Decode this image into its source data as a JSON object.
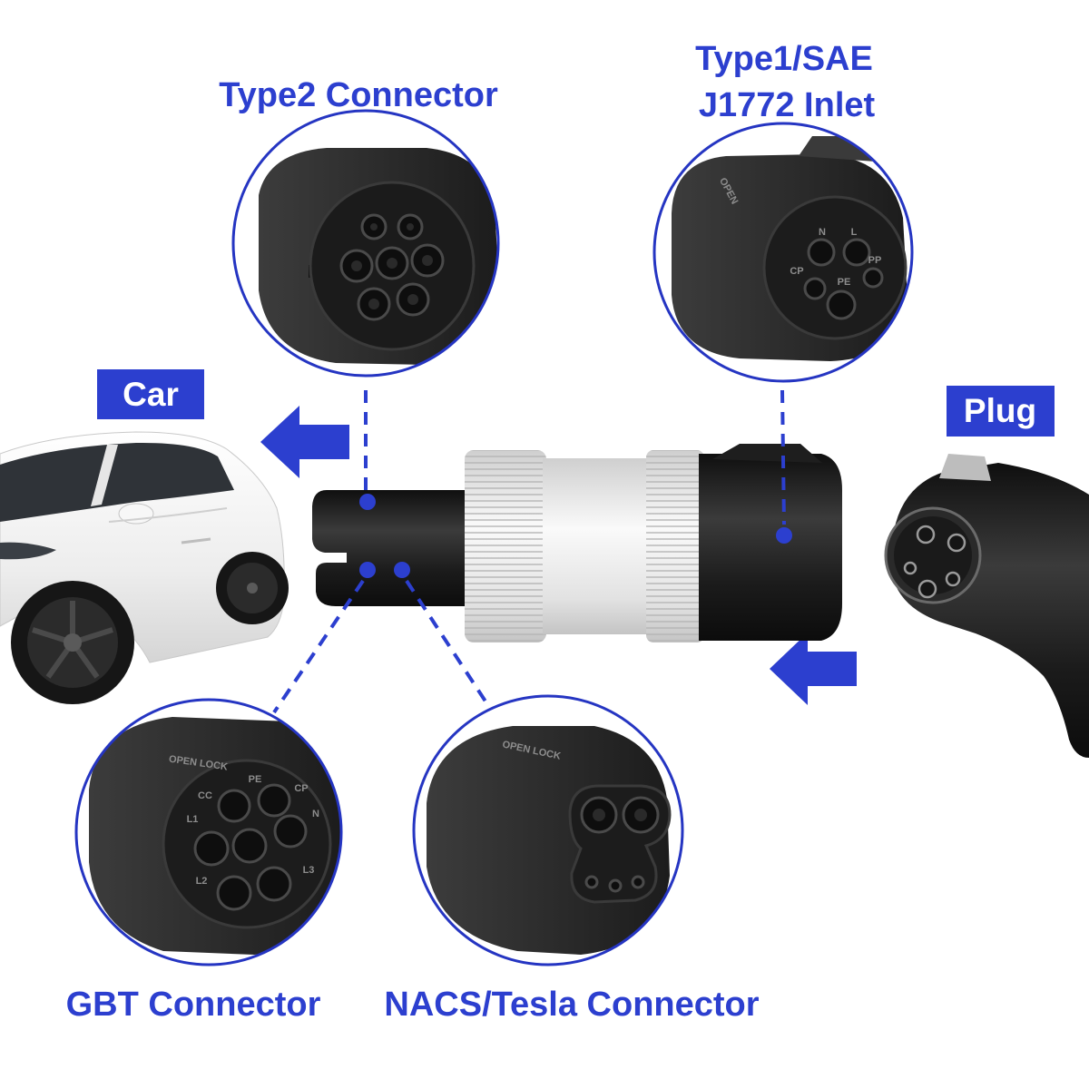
{
  "labels": {
    "type2_connector": "Type2 Connector",
    "type1_line1": "Type1/SAE",
    "type1_line2": "J1772 Inlet",
    "gbt_connector": "GBT Connector",
    "nacs_connector": "NACS/Tesla Connector"
  },
  "badges": {
    "car": "Car",
    "plug": "Plug"
  },
  "connector_markings": {
    "type1": {
      "open": "OPEN",
      "n": "N",
      "l": "L",
      "cp": "CP",
      "pe": "PE",
      "pp": "PP"
    },
    "gbt": {
      "open_lock": "OPEN LOCK",
      "cc": "CC",
      "l1": "L1",
      "pe": "PE",
      "cp": "CP",
      "n": "N",
      "l2": "L2",
      "l3": "L3"
    },
    "nacs": {
      "open_lock": "OPEN LOCK"
    }
  },
  "icons": {
    "to_car_arrow": "arrow-left-icon",
    "from_plug_arrow": "arrow-left-icon"
  },
  "colors": {
    "accent": "#2c3fcf",
    "circle_outline": "#2535c2",
    "connector_body": "#2e2e2e",
    "adapter_grip": "#e8e8e8"
  }
}
